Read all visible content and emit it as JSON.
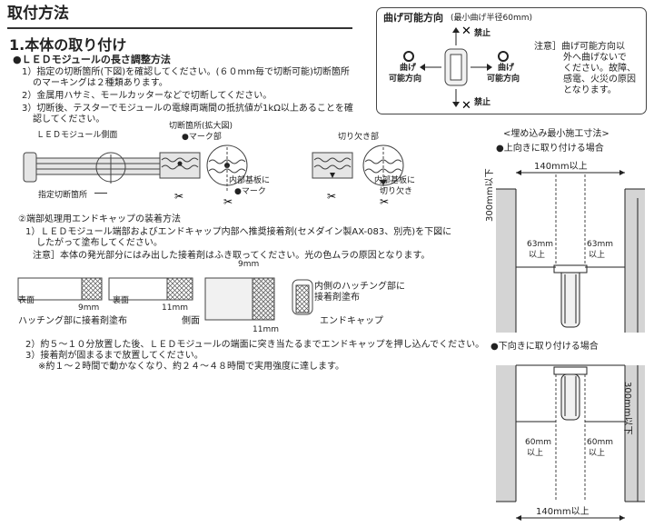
{
  "header": {
    "title": "取付方法"
  },
  "section1": {
    "title": "1.本体の取り付け",
    "sub1": "●ＬＥＤモジュールの長さ調整方法",
    "step1a": "1）指定の切断箇所(下図)を確認してください。(６０mm毎で切断可能)切断箇所",
    "step1b": "のマーキングは２種類あります。",
    "step2": "2）金属用ハサミ、モールカッターなどで切断してください。",
    "step3a": "3）切断後、テスターでモジュールの電線両端間の抵抗値が1kΩ以上あることを確",
    "step3b": "認してください。"
  },
  "fig_cut": {
    "side_label": "ＬＥＤモジュール側面",
    "cut_point_label": "指定切断箇所",
    "detail_label": "切断箇所(拡大図)",
    "mark_label": "●マーク部",
    "notch_label": "切り欠き部",
    "inner_board_mark_1": "内部基板に",
    "inner_board_mark_2": "●マーク",
    "inner_board_notch_1": "内部基板に",
    "inner_board_notch_2": "切り欠き"
  },
  "section2": {
    "sub": "②端部処理用エンドキャップの装着方法",
    "step1a": "1）ＬＥＤモジュール端部およびエンドキャップ内部へ推奨接着剤(セメダイン製AX-083、別売)を下図に",
    "step1b": "したがって塗布してください。",
    "note": "注意］本体の発光部分にはみ出した接着剤はふき取ってください。光の色ムラの原因となります。",
    "step2": "2）約５〜１０分放置した後、ＬＥＤモジュールの端面に突き当たるまでエンドキャップを押し込んでください。",
    "step3": "3）接着剤が固まるまで放置してください。",
    "step3note": "※約１〜２時間で動かなくなり、約２４〜４８時間で実用強度に達します。"
  },
  "fig_cap": {
    "front": "表面",
    "back": "裏面",
    "side": "側面",
    "hatch_caption": "ハッチング部に接着剤塗布",
    "dim_9_a": "9mm",
    "dim_11_a": "11mm",
    "dim_9_b": "9mm",
    "dim_11_b": "11mm",
    "inner_hatch_1": "内側のハッチング部に",
    "inner_hatch_2": "接着剤塗布",
    "end_cap": "エンドキャップ"
  },
  "bend_box": {
    "title": "曲げ可能方向",
    "radius": "(最小曲げ半径60mm)",
    "forbid_top": "禁止",
    "forbid_bottom": "禁止",
    "ok_left_1": "曲げ",
    "ok_left_2": "可能方向",
    "ok_right_1": "曲げ",
    "ok_right_2": "可能方向",
    "note_lines": [
      "注意］曲げ可能方向以",
      "外へ曲げないで",
      "ください。故障、",
      "感電、火災の原因",
      "となります。"
    ]
  },
  "install": {
    "title": "<埋め込み最小施工寸法>",
    "upward": "●上向きに取り付ける場合",
    "up_width": "140mm以上",
    "up_left_1": "63mm",
    "up_left_2": "以上",
    "up_right_1": "63mm",
    "up_right_2": "以上",
    "up_depth": "300mm以下",
    "downward": "●下向きに取り付ける場合",
    "down_left_1": "60mm",
    "down_left_2": "以上",
    "down_right_1": "60mm",
    "down_right_2": "以上",
    "down_depth": "300mm以下",
    "down_width": "140mm以上"
  }
}
